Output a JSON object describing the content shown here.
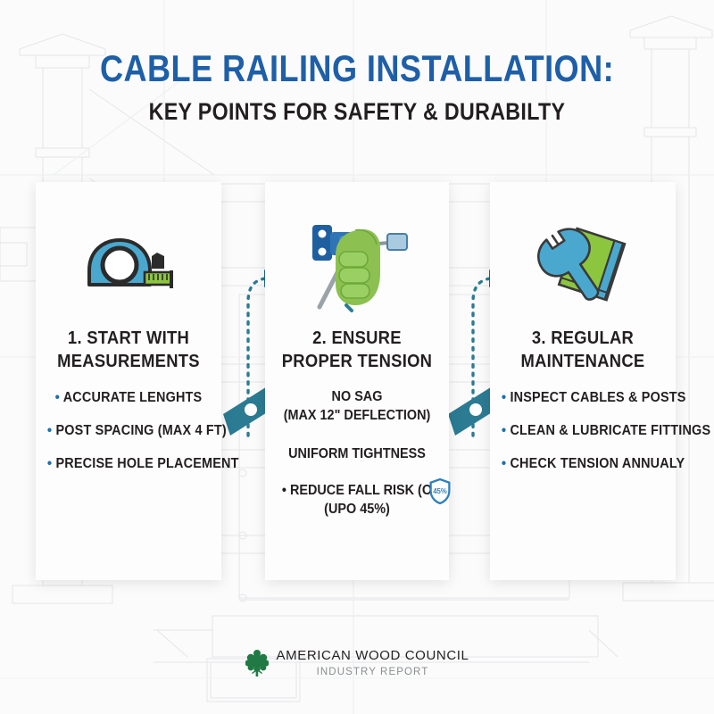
{
  "header": {
    "title_main": "CABLE RAILING INSTALLATION:",
    "title_sub": "KEY POINTS FOR SAFETY & DURABILTY",
    "title_color": "#1e5fa8",
    "subtitle_color": "#231f20"
  },
  "cards": [
    {
      "icon": "tape-measure-icon",
      "title": "1. START WITH MEASUREMENTS",
      "bullets": [
        "ACCURATE LENGHTS",
        "POST SPACING (MAX 4 FT)",
        "PRECISE HOLE PLACEMENT"
      ]
    },
    {
      "icon": "hand-cable-tensioner-icon",
      "title": "2. ENSURE PROPER TENSION",
      "lines": [
        "NO SAG",
        "(MAX 12\" DEFLECTION)",
        "UNIFORM TIGHTNESS",
        "• REDUCE FALL RISK (O",
        "(UPO 45%)"
      ],
      "badge": {
        "name": "shield-badge",
        "value": "45%",
        "color": "#2e7fbd"
      }
    },
    {
      "icon": "wrench-cloth-icon",
      "title": "3. REGULAR MAINTENANCE",
      "bullets": [
        "INSPECT CABLES & POSTS",
        "CLEAN & LUBRICATE FITTINGS",
        "CHECK TENSION ANNUALY"
      ]
    }
  ],
  "connectors": {
    "color": "#2b7b93",
    "count": 2
  },
  "footer": {
    "logo": "tree-icon",
    "organization": "AMERICAN WOOD COUNCIL",
    "report_label": "INDUSTRY REPORT",
    "logo_color": "#1f7a43"
  },
  "theme": {
    "background": "#fbfbfb",
    "card_background": "#fdfdfd",
    "accent_blue": "#1e5fa8",
    "accent_teal": "#2b7b93",
    "accent_green": "#8cc63f",
    "icon_blue": "#4aa8cf"
  }
}
